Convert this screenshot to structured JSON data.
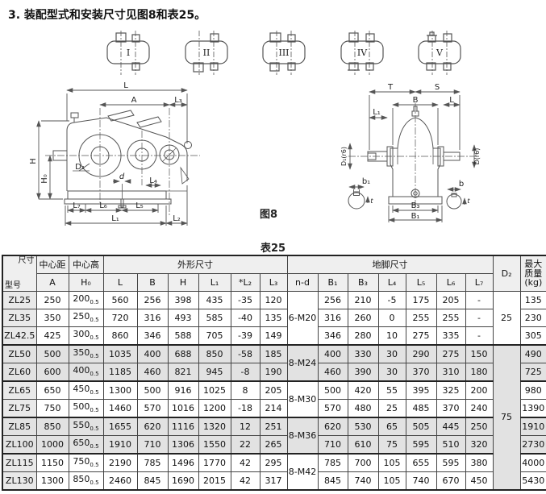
{
  "page_title": "3. 装配型式和安装尺寸见图8和表25。",
  "assembly_types": {
    "labels": [
      "I",
      "II",
      "III",
      "IV",
      "V"
    ]
  },
  "figure": {
    "label": "图8",
    "side_dims": {
      "L": "L",
      "A": "A",
      "L3": "L₃",
      "H": "H",
      "H0": "H₀",
      "D2": "D₂",
      "d": "d",
      "L4": "L₄",
      "L7": "L₇",
      "L6": "L₆",
      "L5": "L₅",
      "L1": "L₁",
      "L2": "L₂"
    },
    "end_dims": {
      "T": "T",
      "S": "S",
      "B": "B",
      "L": "L",
      "L1": "L₁",
      "D1": "D₁(r6)",
      "D": "D(r6)",
      "b1": "b₁",
      "t": "t",
      "b": "b",
      "B3": "B₃",
      "B1": "B₁"
    }
  },
  "table": {
    "caption": "表25",
    "corner": {
      "top": "尺寸",
      "bottom": "型号"
    },
    "group_headers": {
      "center_distance": "中心距",
      "center_height": "中心高",
      "outline": "外形尺寸",
      "foot": "地脚尺寸",
      "d2": "D₂",
      "mass_line1": "最大",
      "mass_line2": "质量",
      "mass_line3": "(kg)"
    },
    "col_headers": {
      "A": "A",
      "H0": "H₀",
      "L": "L",
      "B": "B",
      "H": "H",
      "L1": "L₁",
      "L2": "*L₂",
      "L3": "L₃",
      "nd": "n-d",
      "B1": "B₁",
      "B3": "B₃",
      "L4": "L₄",
      "L5": "L₅",
      "L6": "L₆",
      "L7": "L₇"
    },
    "nd_groups": [
      {
        "label": "6-M20"
      },
      {
        "label": "8-M24"
      },
      {
        "label": "8-M30"
      },
      {
        "label": "8-M36"
      },
      {
        "label": "8-M42"
      }
    ],
    "d2_groups": [
      {
        "value": "25"
      },
      {
        "value": "75"
      }
    ],
    "rows": [
      {
        "model": "ZL25",
        "A": "250",
        "H0": "200",
        "H0sub": "0.5",
        "L": "560",
        "B": "256",
        "H": "398",
        "L1": "435",
        "L2": "-35",
        "L3": "120",
        "B1": "256",
        "B3": "210",
        "L4": "-5",
        "L5": "175",
        "L6": "205",
        "L7": "-",
        "mass": "135"
      },
      {
        "model": "ZL35",
        "A": "350",
        "H0": "250",
        "H0sub": "0.5",
        "L": "720",
        "B": "316",
        "H": "493",
        "L1": "585",
        "L2": "-40",
        "L3": "135",
        "B1": "316",
        "B3": "260",
        "L4": "0",
        "L5": "255",
        "L6": "255",
        "L7": "-",
        "mass": "230"
      },
      {
        "model": "ZL42.5",
        "A": "425",
        "H0": "300",
        "H0sub": "0.5",
        "L": "860",
        "B": "346",
        "H": "588",
        "L1": "705",
        "L2": "-39",
        "L3": "149",
        "B1": "346",
        "B3": "280",
        "L4": "10",
        "L5": "275",
        "L6": "335",
        "L7": "-",
        "mass": "305"
      },
      {
        "model": "ZL50",
        "A": "500",
        "H0": "350",
        "H0sub": "0.5",
        "L": "1035",
        "B": "400",
        "H": "688",
        "L1": "850",
        "L2": "-58",
        "L3": "185",
        "B1": "400",
        "B3": "330",
        "L4": "30",
        "L5": "290",
        "L6": "275",
        "L7": "150",
        "mass": "490"
      },
      {
        "model": "ZL60",
        "A": "600",
        "H0": "400",
        "H0sub": "0.5",
        "L": "1185",
        "B": "460",
        "H": "821",
        "L1": "945",
        "L2": "-8",
        "L3": "190",
        "B1": "460",
        "B3": "390",
        "L4": "30",
        "L5": "370",
        "L6": "310",
        "L7": "180",
        "mass": "725"
      },
      {
        "model": "ZL65",
        "A": "650",
        "H0": "450",
        "H0sub": "0.5",
        "L": "1300",
        "B": "500",
        "H": "916",
        "L1": "1025",
        "L2": "8",
        "L3": "205",
        "B1": "500",
        "B3": "420",
        "L4": "55",
        "L5": "395",
        "L6": "325",
        "L7": "200",
        "mass": "980"
      },
      {
        "model": "ZL75",
        "A": "750",
        "H0": "500",
        "H0sub": "0.5",
        "L": "1460",
        "B": "570",
        "H": "1016",
        "L1": "1200",
        "L2": "-18",
        "L3": "214",
        "B1": "570",
        "B3": "480",
        "L4": "25",
        "L5": "485",
        "L6": "370",
        "L7": "240",
        "mass": "1390"
      },
      {
        "model": "ZL85",
        "A": "850",
        "H0": "550",
        "H0sub": "0.5",
        "L": "1655",
        "B": "620",
        "H": "1116",
        "L1": "1320",
        "L2": "12",
        "L3": "251",
        "B1": "620",
        "B3": "530",
        "L4": "65",
        "L5": "505",
        "L6": "445",
        "L7": "250",
        "mass": "1910"
      },
      {
        "model": "ZL100",
        "A": "1000",
        "H0": "650",
        "H0sub": "0.5",
        "L": "1910",
        "B": "710",
        "H": "1306",
        "L1": "1550",
        "L2": "22",
        "L3": "265",
        "B1": "710",
        "B3": "610",
        "L4": "75",
        "L5": "595",
        "L6": "510",
        "L7": "320",
        "mass": "2730"
      },
      {
        "model": "ZL115",
        "A": "1150",
        "H0": "750",
        "H0sub": "0.5",
        "L": "2190",
        "B": "785",
        "H": "1496",
        "L1": "1770",
        "L2": "42",
        "L3": "295",
        "B1": "785",
        "B3": "700",
        "L4": "105",
        "L5": "655",
        "L6": "595",
        "L7": "380",
        "mass": "4000"
      },
      {
        "model": "ZL130",
        "A": "1300",
        "H0": "850",
        "H0sub": "0.5",
        "L": "2460",
        "B": "845",
        "H": "1690",
        "L1": "2015",
        "L2": "42",
        "L3": "317",
        "B1": "845",
        "B3": "740",
        "L4": "105",
        "L5": "740",
        "L6": "670",
        "L7": "450",
        "mass": "5430"
      }
    ]
  }
}
